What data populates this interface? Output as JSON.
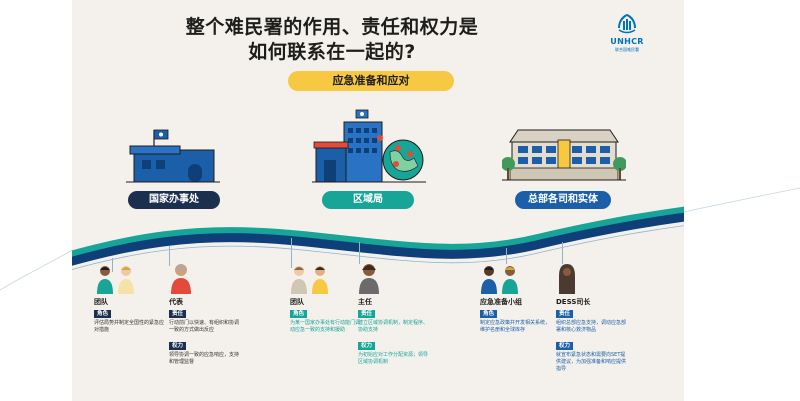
{
  "title": {
    "line1": "整个难民署的作用、责任和权力是",
    "line2": "如何联系在一起的?"
  },
  "logo": {
    "name": "UNHCR",
    "subtitle": "联合国难民署"
  },
  "section": "应急准备和应对",
  "levels": {
    "country": "国家办事处",
    "region": "区域局",
    "hq": "总部各司和实体"
  },
  "roles": {
    "country_team": {
      "title": "团队",
      "role_tag": "角色",
      "role_text": "评估局势并制定全国性的紧急应对措施"
    },
    "country_rep": {
      "title": "代表",
      "resp_tag": "责任",
      "resp_text": "行动前门以快速、有组织和协调一致的方式做出反应",
      "auth_tag": "权力",
      "auth_text": "领导协调一致的应急响应，支持和管理监督"
    },
    "region_team": {
      "title": "团队",
      "role_tag": "角色",
      "role_text": "为某一国家办事处有行动能门调动应急一致的支持和援助"
    },
    "region_director": {
      "title": "主任",
      "resp_tag": "责任",
      "resp_text": "建立区域协调机制，制定程序、协助支持",
      "auth_tag": "权力",
      "auth_text": "为初始应对工作分配资源；领导区域协调机制"
    },
    "hq_unit": {
      "title": "应急准备小组",
      "role_tag": "角色",
      "role_text": "制定应急政策并开发相关系统，维护名册和全球库存"
    },
    "hq_dess": {
      "title": "DESS司长",
      "resp_tag": "责任",
      "resp_text": "组织总部应急支持，调动应急部署和核心救济物品",
      "auth_tag": "权力",
      "auth_text": "就宣布紧急状态和需要向SET提供建议，为加强准备和响应提供指导"
    }
  },
  "colors": {
    "navy": "#1b2f4e",
    "teal": "#16a596",
    "blue": "#1b5fa8",
    "yellow": "#f7c842",
    "unhcr_blue": "#0072bc"
  },
  "icons": [
    "unhcr-logo-icon",
    "country-office-building-icon",
    "regional-bureau-building-icon",
    "globe-icon",
    "headquarters-building-icon",
    "person-icon"
  ]
}
